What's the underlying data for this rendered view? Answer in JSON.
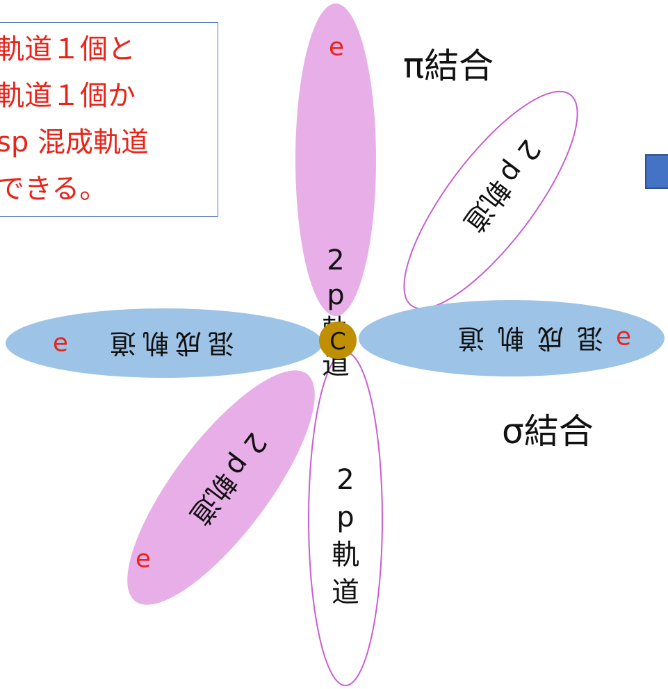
{
  "note": {
    "lines": [
      "軌道１個と",
      "軌道１個か",
      "sp 混成軌道",
      "できる。"
    ]
  },
  "labels": {
    "pi_bond": "π結合",
    "sigma_bond": "σ結合",
    "carbon": "C"
  },
  "lobes": {
    "top_pink": {
      "electron": "e",
      "chars": [
        "2",
        "p",
        "軌",
        "道"
      ]
    },
    "upper_right_outline": {
      "chars": [
        "2",
        "p",
        "軌",
        "道"
      ]
    },
    "left_blue": {
      "electron": "e",
      "chars": [
        "混",
        "成",
        "軌",
        "道"
      ]
    },
    "right_blue": {
      "electron": "e",
      "chars": [
        "混",
        "成",
        "軌",
        "道"
      ]
    },
    "lower_left_pink": {
      "electron": "e",
      "chars": [
        "2",
        "p",
        "軌",
        "道"
      ]
    },
    "bottom_outline": {
      "chars": [
        "2",
        "p",
        "軌",
        "道"
      ]
    }
  },
  "colors": {
    "pink": "#e8aee8",
    "blue": "#9dc3e6",
    "carbon": "#bf8f00",
    "outline": "#c85ed0",
    "electron": "#e8241a",
    "note_border": "#4a74b8",
    "square": "#4472c4"
  }
}
